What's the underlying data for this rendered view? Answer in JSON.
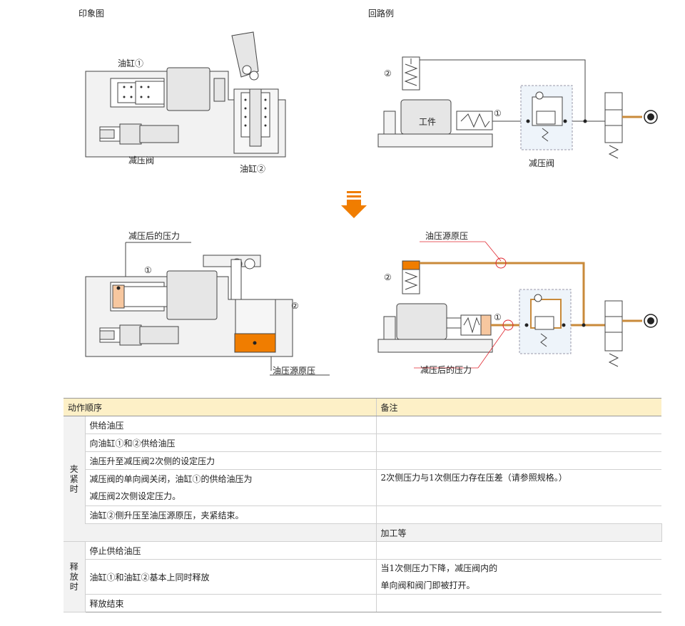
{
  "headings": {
    "image": "印象图",
    "circuit": "回路例"
  },
  "labels": {
    "cyl1_top": "油缸①",
    "reducer_top": "减压阀",
    "cyl2_top": "油缸②",
    "circ_num2_top": "②",
    "circ_num1_top": "①",
    "work": "工件",
    "circ_reducer": "减压阀",
    "after_press_left": "减压后的压力",
    "num1_left": "①",
    "num2_left": "②",
    "source_left": "油压源原压",
    "source_right": "油压源原压",
    "num2_right": "②",
    "num1_right": "①",
    "after_press_right": "减压后的压力"
  },
  "colors": {
    "orange": "#f07d00",
    "oil_line": "#c98a3a",
    "red_leader": "#e0272f",
    "header_bg": "#fdf0c7"
  },
  "table": {
    "headers": [
      "动作顺序",
      "备注"
    ],
    "clamp_group": [
      "夹",
      "紧",
      "时"
    ],
    "release_group": [
      "释",
      "放",
      "时"
    ],
    "rows": {
      "r1": "供给油压",
      "r2": "向油缸①和②供给油压",
      "r3": "油压升至减压阀2次侧的设定压力",
      "r4_line1": "减压阀的单向阀关闭，油缸①的供给油压为",
      "r4_line2": "减压阀2次侧设定压力。",
      "r4_note": "2次侧压力与1次侧压力存在压差（请参照规格。）",
      "r5": "油缸②侧升压至油压源原压，夹紧结束。",
      "r6": "加工等",
      "r7": "停止供给油压",
      "r8": "油缸①和油缸②基本上同时释放",
      "r8_note_line1": "当1次侧压力下降，减压阀内的",
      "r8_note_line2": "单向阀和阀门即被打开。",
      "r9": "释放结束"
    }
  }
}
